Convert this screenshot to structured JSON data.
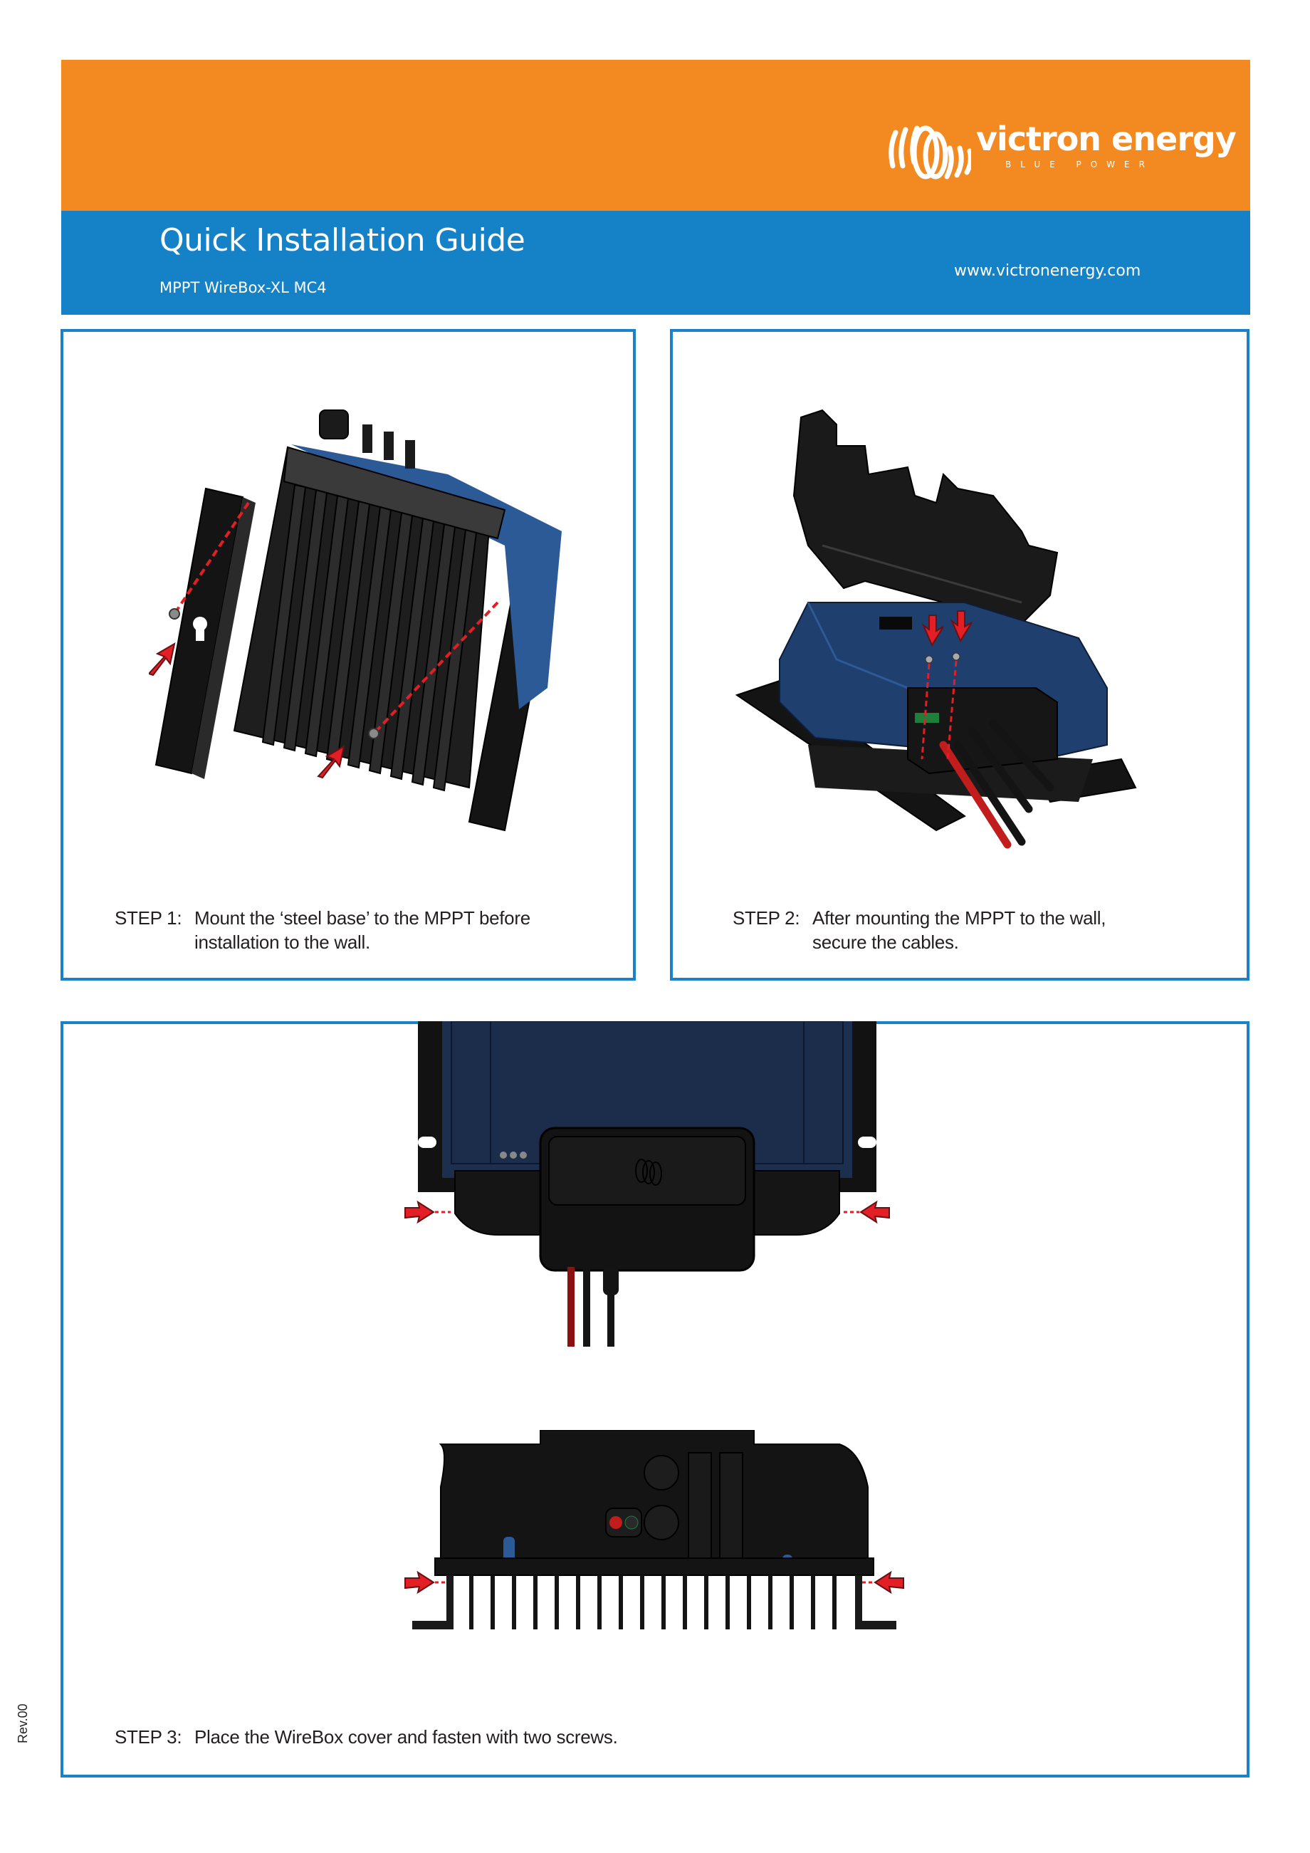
{
  "header": {
    "brand_name": "victron energy",
    "brand_tagline": "BLUE POWER",
    "title": "Quick Installation Guide",
    "subtitle": "MPPT WireBox-XL MC4",
    "url": "www.victronenergy.com",
    "colors": {
      "orange": "#f38a21",
      "blue": "#1581c6",
      "panel_border": "#1a82c8",
      "arrow_red": "#e31e24",
      "product_blue": "#1f3f6e",
      "product_black": "#1b1b1b"
    }
  },
  "steps": [
    {
      "label": "STEP 1:",
      "text_line1": "Mount the ‘steel base’ to the MPPT before",
      "text_line2": "installation to the wall.",
      "illustration": "mppt-heatsink-steel-base-mounting"
    },
    {
      "label": "STEP 2:",
      "text_line1": "After mounting the MPPT to the wall,",
      "text_line2": "secure the cables.",
      "illustration": "mppt-wirebox-cover-open-cable-screws"
    },
    {
      "label": "STEP 3:",
      "text_line1": "Place the WireBox cover and fasten with two screws.",
      "illustration": "mppt-wirebox-cover-front-and-bottom-views"
    }
  ],
  "footer": {
    "revision": "Rev.00"
  }
}
